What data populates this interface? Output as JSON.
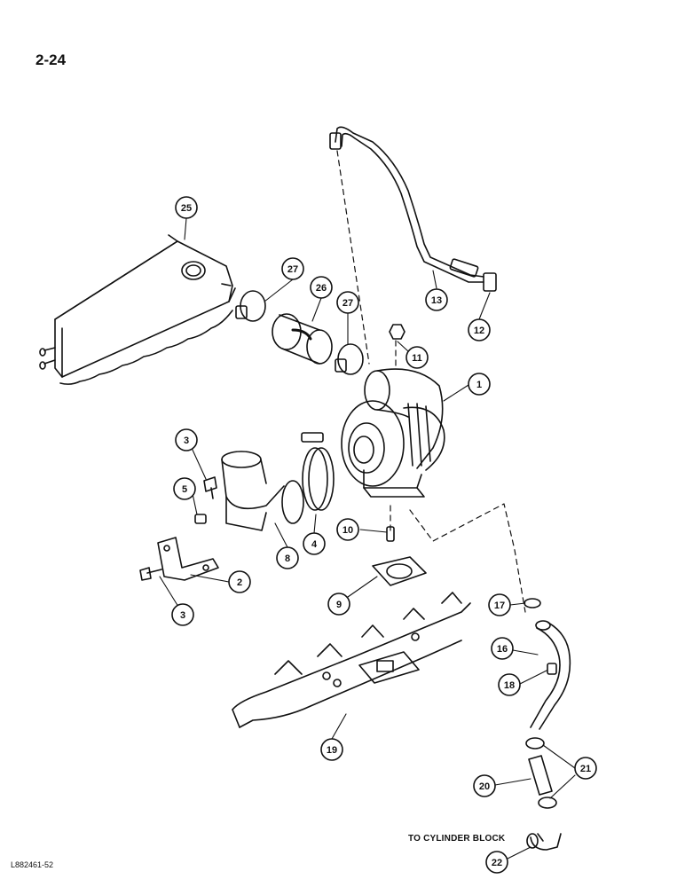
{
  "page_number": "2-24",
  "figure_id": "L882461-52",
  "note": "TO CYLINDER BLOCK",
  "callouts": [
    {
      "id": "c1",
      "label": "1"
    },
    {
      "id": "c2",
      "label": "2"
    },
    {
      "id": "c3a",
      "label": "3"
    },
    {
      "id": "c3b",
      "label": "3"
    },
    {
      "id": "c4",
      "label": "4"
    },
    {
      "id": "c5",
      "label": "5"
    },
    {
      "id": "c8",
      "label": "8"
    },
    {
      "id": "c9",
      "label": "9"
    },
    {
      "id": "c10",
      "label": "10"
    },
    {
      "id": "c11",
      "label": "11"
    },
    {
      "id": "c12",
      "label": "12"
    },
    {
      "id": "c13",
      "label": "13"
    },
    {
      "id": "c16",
      "label": "16"
    },
    {
      "id": "c17",
      "label": "17"
    },
    {
      "id": "c18",
      "label": "18"
    },
    {
      "id": "c19",
      "label": "19"
    },
    {
      "id": "c20",
      "label": "20"
    },
    {
      "id": "c21",
      "label": "21"
    },
    {
      "id": "c22",
      "label": "22"
    },
    {
      "id": "c25",
      "label": "25"
    },
    {
      "id": "c26",
      "label": "26"
    },
    {
      "id": "c27a",
      "label": "27"
    },
    {
      "id": "c27b",
      "label": "27"
    }
  ]
}
